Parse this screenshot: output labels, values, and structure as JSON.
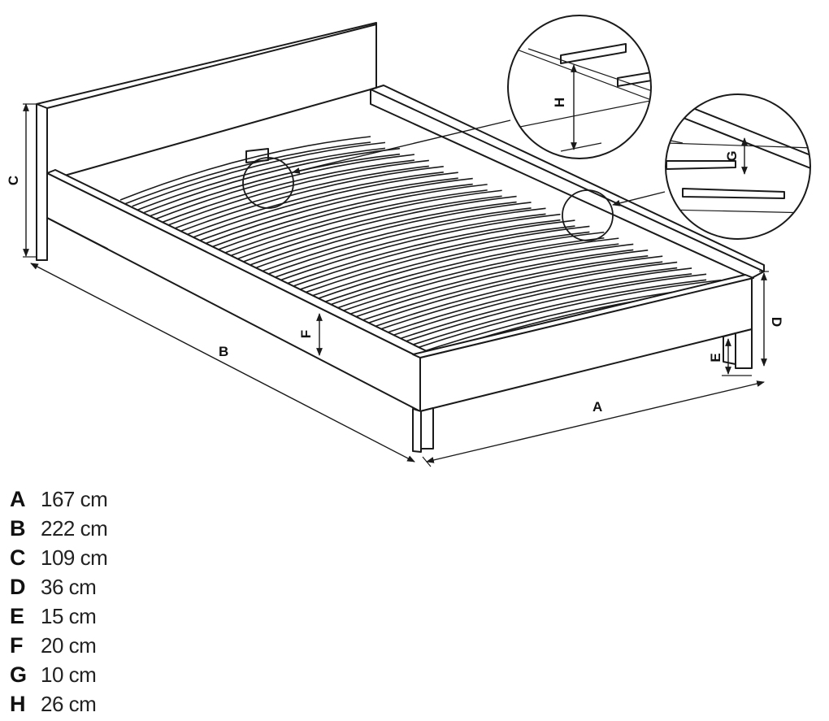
{
  "diagram": {
    "labels": {
      "A": "A",
      "B": "B",
      "C": "C",
      "D": "D",
      "E": "E",
      "F": "F",
      "G": "G",
      "H": "H"
    }
  },
  "legend": [
    {
      "letter": "A",
      "value": "167 cm"
    },
    {
      "letter": "B",
      "value": "222 cm"
    },
    {
      "letter": "C",
      "value": "109 cm"
    },
    {
      "letter": "D",
      "value": "36 cm"
    },
    {
      "letter": "E",
      "value": "15 cm"
    },
    {
      "letter": "F",
      "value": "20 cm"
    },
    {
      "letter": "G",
      "value": "10 cm"
    },
    {
      "letter": "H",
      "value": "26 cm"
    }
  ]
}
